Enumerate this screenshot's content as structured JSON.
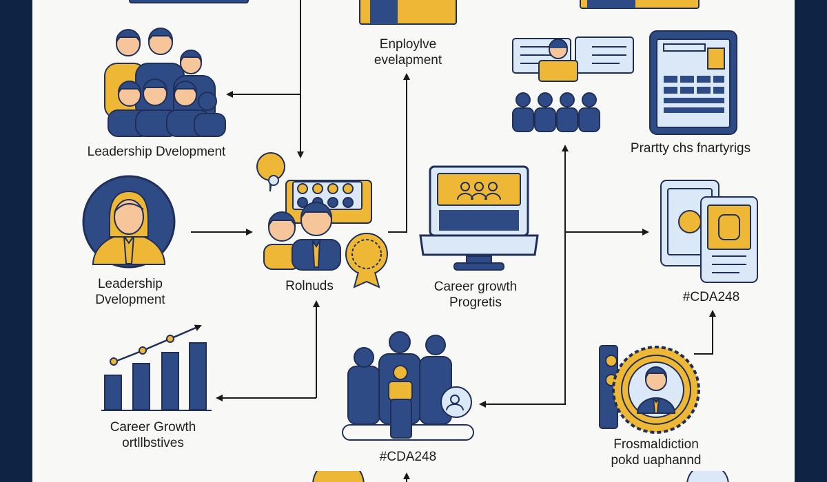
{
  "colors": {
    "frame": "#0f2345",
    "canvas": "#f8f8f6",
    "navy": "#2f4b86",
    "navy_dark": "#1f2f57",
    "gold": "#efb736",
    "skin": "#f6c59a",
    "screen": "#dbe8f7",
    "arrow": "#1a1a1a"
  },
  "nodes": {
    "leadership_team": {
      "label": "Leadership Dvelopment",
      "icon": "team-group-icon"
    },
    "leader_avatar": {
      "label_line1": "Leadership",
      "label_line2": "Dvelopment",
      "icon": "leader-avatar-icon"
    },
    "career_chart": {
      "label_line1": "Career Growth",
      "label_line2": "ortllbstives",
      "icon": "growth-bar-chart-icon"
    },
    "rolnuds": {
      "label": "Rolnuds",
      "icon": "team-award-icon"
    },
    "employee_dev": {
      "label_line1": "Enploylve",
      "label_line2": "evelapment",
      "icon": "employee-presentation-icon"
    },
    "career_progress": {
      "label_line1": "Career growth",
      "label_line2": "Progretis",
      "icon": "laptop-meeting-icon"
    },
    "cda_group": {
      "label": "#CDA248",
      "icon": "group-podium-icon"
    },
    "chat_meeting": {
      "icon": "chat-meeting-icon"
    },
    "document_tablet": {
      "label": "Prartty chs fnartyrigs",
      "icon": "tablet-document-icon"
    },
    "mobile_devices": {
      "label": "#CDA248",
      "icon": "mobile-devices-icon"
    },
    "promotion_badge": {
      "label_line1": "Frosmaldiction",
      "label_line2": "pokd uaphannd",
      "icon": "promotion-badge-icon"
    }
  }
}
